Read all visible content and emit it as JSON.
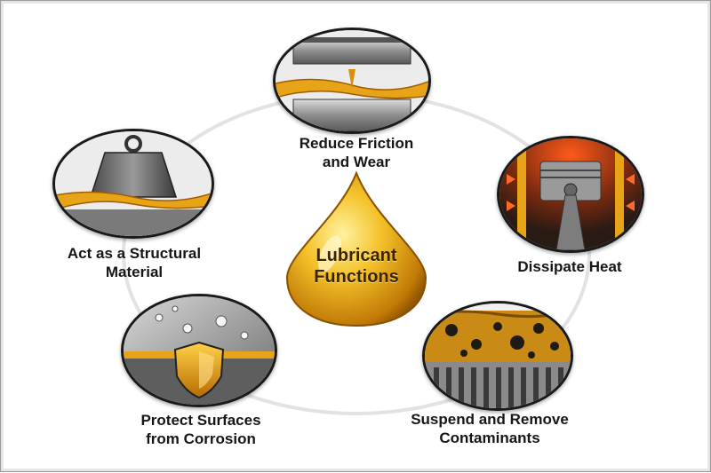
{
  "center": {
    "line1": "Lubricant",
    "line2": "Functions"
  },
  "functions": [
    {
      "id": "friction",
      "line1": "Reduce Friction",
      "line2": "and Wear",
      "icon": "bearing-plates-icon"
    },
    {
      "id": "heat",
      "line1": "Dissipate Heat",
      "line2": "",
      "icon": "piston-heat-icon"
    },
    {
      "id": "contaminants",
      "line1": "Suspend and Remove",
      "line2": "Contaminants",
      "icon": "filter-particles-icon"
    },
    {
      "id": "corrosion",
      "line1": "Protect Surfaces",
      "line2": "from Corrosion",
      "icon": "shield-droplets-icon"
    },
    {
      "id": "structural",
      "line1": "Act as a Structural",
      "line2": "Material",
      "icon": "weight-on-oil-icon"
    }
  ],
  "colors": {
    "oil": "#e8a418",
    "oil_dark": "#b06a05",
    "metal": "#8a8a8a",
    "ring": "#e2e2e2",
    "outline": "#1a1a1a"
  }
}
